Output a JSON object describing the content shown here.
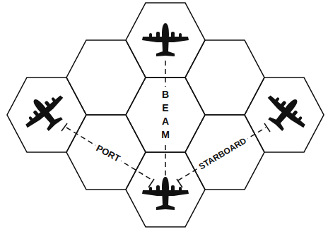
{
  "diagram": {
    "labels": [
      "PORT",
      "BEAM",
      "STARBOARD"
    ]
  }
}
